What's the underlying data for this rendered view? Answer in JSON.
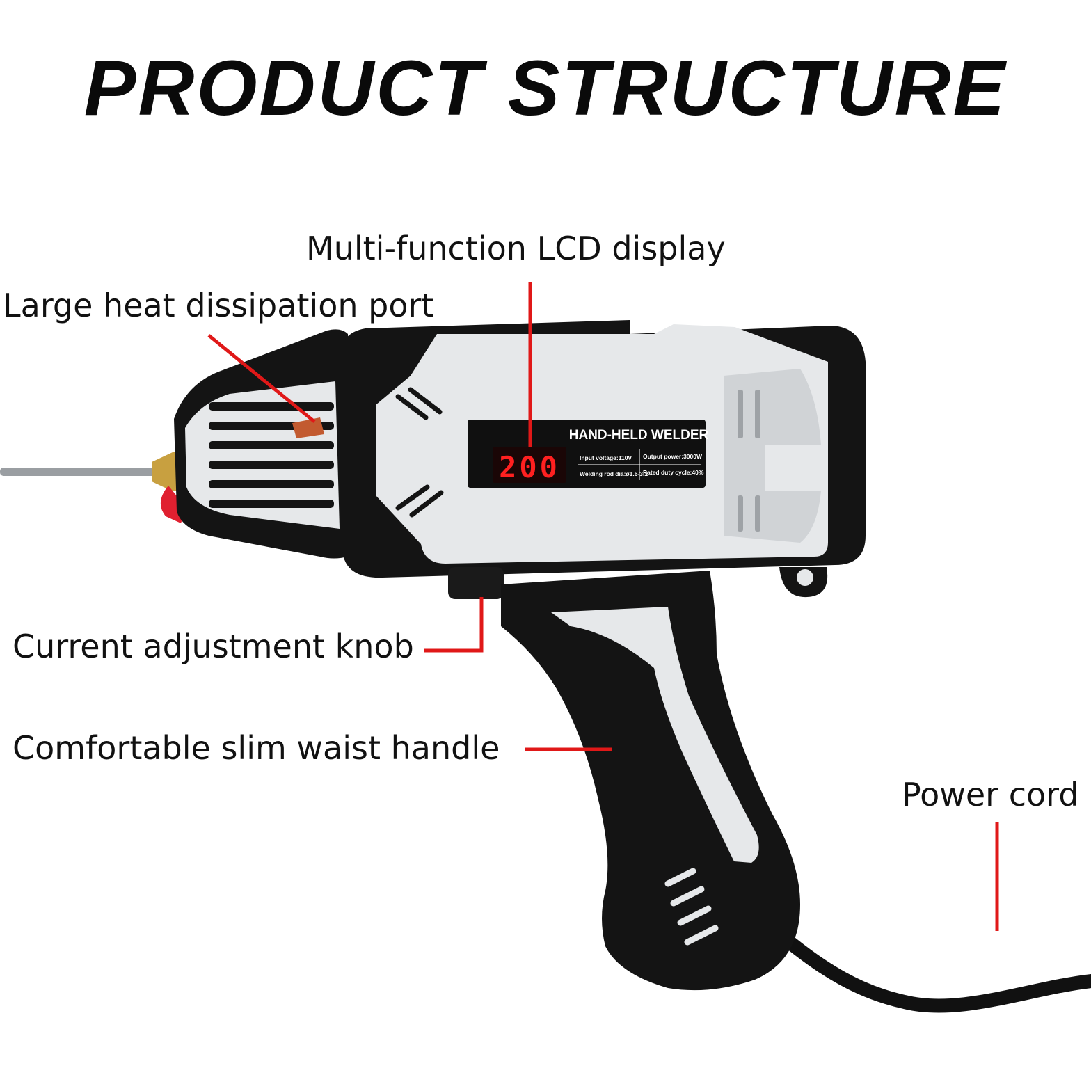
{
  "title": "PRODUCT STRUCTURE",
  "callouts": {
    "lcd": "Multi-function LCD display",
    "heat": "Large heat dissipation port",
    "knob": "Current adjustment knob",
    "handle": "Comfortable slim waist handle",
    "cord": "Power cord"
  },
  "device": {
    "display_value": "200",
    "panel_title": "HAND-HELD WELDER",
    "specs": {
      "input_voltage": "Input voltage:110V",
      "output_power": "Output power:3000W",
      "rod_dia": "Welding rod dia:ø1.6-3.2",
      "duty_cycle": "Rated duty cycle:40%"
    }
  },
  "colors": {
    "leader": "#e01818",
    "body": "#141414",
    "shell": "#e6e8ea",
    "brass": "#c8a040",
    "trigger": "#e02030"
  }
}
